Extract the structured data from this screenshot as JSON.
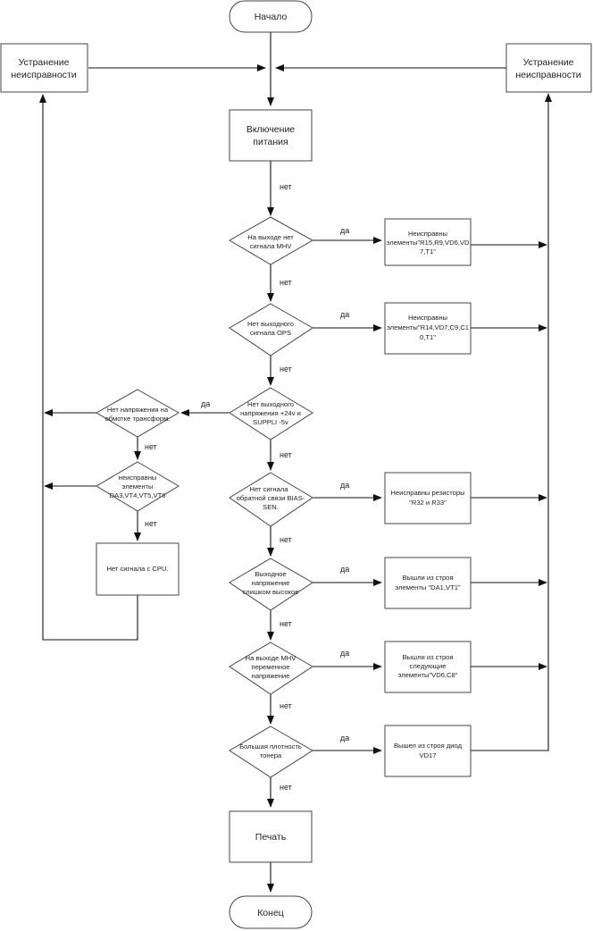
{
  "flowchart": {
    "start": "Начало",
    "end": "Конец",
    "fix_left": [
      "Устранение",
      "неисправности"
    ],
    "fix_right": [
      "Устранение",
      "неисправности"
    ],
    "power_on": [
      "Включение",
      "питания"
    ],
    "print": "Печать",
    "decisions": {
      "d1": [
        "На выходе нет",
        "сигнала MHV"
      ],
      "d2": [
        "Нет выходного",
        "сигнала OPS"
      ],
      "d3": [
        "Нет выходного",
        "напряжения +24v и",
        "SUPPLI -5v"
      ],
      "d4": [
        "Нет сигнала",
        "обратной связи BIAS-",
        "SEN."
      ],
      "d5": [
        "Выходное",
        "напряжение",
        "слишком высокое"
      ],
      "d6": [
        "На выходе MHV",
        "переменное",
        "напряжение"
      ],
      "d7": [
        "Большая плотность",
        "тонера"
      ],
      "l1": [
        "Нет напряжения на",
        "обмотке трансформ."
      ],
      "l2": [
        "неисправны",
        "элементы",
        "DA3,VT4,VT5,VT6"
      ]
    },
    "results": {
      "r1": [
        "Неисправны",
        "элементы\"R15,R9,VD6,VD",
        "7,T1\""
      ],
      "r2": [
        "Неисправны",
        "элементы\"R14,VD7,C9,C1",
        "0,T1\""
      ],
      "r4": [
        "Неисправны резисторы",
        "\"R32  и R33\""
      ],
      "r5": [
        "Вышли из строя",
        "элементы \"DA1,VT1\""
      ],
      "r6": [
        "Вышли из строя",
        "следующие",
        "элементы\"VD6,C8\""
      ],
      "r7": [
        "Вышел из строя диод",
        "VD17"
      ],
      "l3": "Нет сигнала с CPU."
    },
    "labels": {
      "yes": "да",
      "no": "нет"
    }
  }
}
